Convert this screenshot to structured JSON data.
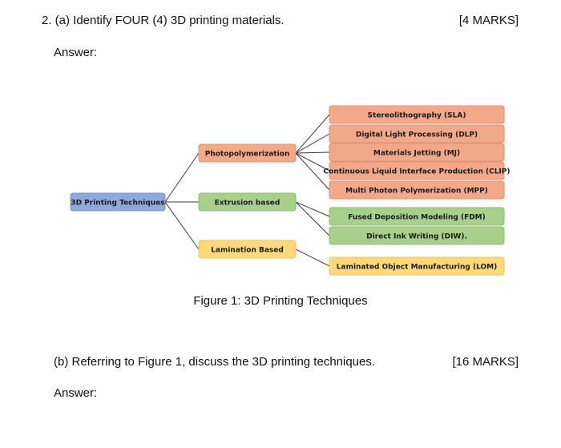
{
  "question_a": {
    "text": "2. (a) Identify FOUR (4) 3D printing materials.",
    "marks": "[4 MARKS]",
    "answer_label": "Answer:"
  },
  "diagram": {
    "root": "3D Printing Techniques",
    "branches": [
      {
        "label": "Photopolymerization",
        "color": "#f2a98a",
        "leaves": [
          "Stereolithography (SLA)",
          "Digital Light Processing (DLP)",
          "Materials Jetting (MJ)",
          "Continuous Liquid Interface Production (CLIP)",
          "Multi Photon Polymerization (MPP)"
        ]
      },
      {
        "label": "Extrusion based",
        "color": "#a8d08d",
        "leaves": [
          "Fused Deposition Modeling (FDM)",
          "Direct Ink Writing (DIW)."
        ]
      },
      {
        "label": "Lamination Based",
        "color": "#ffd97a",
        "leaves": [
          "Laminated Object Manufacturing (LOM)"
        ]
      }
    ],
    "root_color": "#8ea9db",
    "caption": "Figure 1: 3D Printing Techniques"
  },
  "question_b": {
    "text": "(b) Referring to Figure 1, discuss the 3D printing techniques.",
    "marks": "[16 MARKS]",
    "answer_label": "Answer:"
  }
}
